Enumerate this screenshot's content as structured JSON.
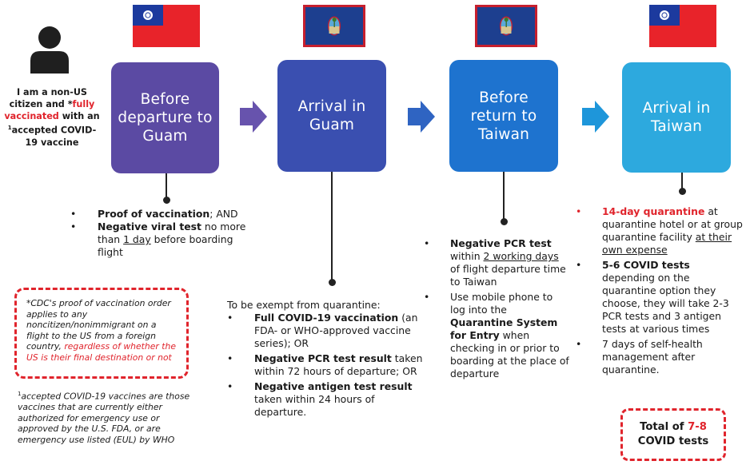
{
  "colors": {
    "stage1": "#5b4aa3",
    "stage2": "#3a4fb0",
    "stage3": "#1e73cf",
    "stage4": "#2da9de",
    "arrow1": "#6753ad",
    "arrow2": "#2f64c2",
    "arrow3": "#1e96da",
    "accent_red": "#e0242c"
  },
  "flags": [
    "taiwan-flag",
    "guam-flag",
    "guam-flag",
    "taiwan-flag"
  ],
  "traveler": {
    "line1": "I am a non-US citizen and ",
    "star": "*",
    "fully_vaccinated": "fully vaccinated",
    "line2": " with an ",
    "sup": "1",
    "line3": "accepted COVID-19 vaccine"
  },
  "stages": [
    {
      "label": "Before departure to Guam"
    },
    {
      "label": "Arrival in Guam"
    },
    {
      "label": "Before return to Taiwan"
    },
    {
      "label": "Arrival in Taiwan"
    }
  ],
  "departure": {
    "items": [
      {
        "bold": "Proof of vaccination",
        "rest": "; AND"
      },
      {
        "bold": "Negative viral test",
        "rest_a": " no more than ",
        "underlined": "1 day",
        "rest_b": " before boarding flight"
      }
    ]
  },
  "cdc_note": {
    "text": "*CDC's proof of vaccination order applies to any noncitizen/nonimmigrant on a flight to the US from a foreign country, ",
    "red": "regardless of whether the US is their final destination or not"
  },
  "footnote": {
    "sup": "1",
    "text": "accepted COVID-19 vaccines are those vaccines that are currently either authorized for emergency use or approved by the U.S. FDA, or are emergency use listed (EUL) by WHO"
  },
  "arrival_guam": {
    "intro": "To be exempt from quarantine:",
    "items": [
      {
        "bold": "Full COVID-19 vaccination",
        "rest": " (an FDA- or WHO-approved vaccine series); OR"
      },
      {
        "bold": "Negative PCR test result",
        "rest": " taken within 72 hours of departure; OR"
      },
      {
        "bold": "Negative antigen test result",
        "rest": " taken within 24 hours of departure."
      }
    ]
  },
  "return_taiwan": {
    "items": [
      {
        "bold": "Negative PCR test",
        "rest_a": " within ",
        "underlined": "2 working days",
        "rest_b": " of flight departure time to Taiwan"
      },
      {
        "pre": "Use mobile phone to log into the ",
        "bold": "Quarantine System for Entry",
        "rest": " when checking in or prior to boarding at the place of departure"
      }
    ]
  },
  "arrival_taiwan": {
    "items": [
      {
        "red_bold": "14-day quarantine",
        "rest": " at quarantine hotel or at group quarantine facility ",
        "underlined": "at their own expense"
      },
      {
        "bold": "5-6 COVID tests",
        "rest": " depending on the quarantine option they choose, they will take 2-3 PCR tests and 3 antigen tests at various times"
      },
      {
        "rest": "7 days of self-health management after quarantine."
      }
    ]
  },
  "total": {
    "pre": "Total of ",
    "red": "7-8",
    "post": "COVID tests"
  }
}
